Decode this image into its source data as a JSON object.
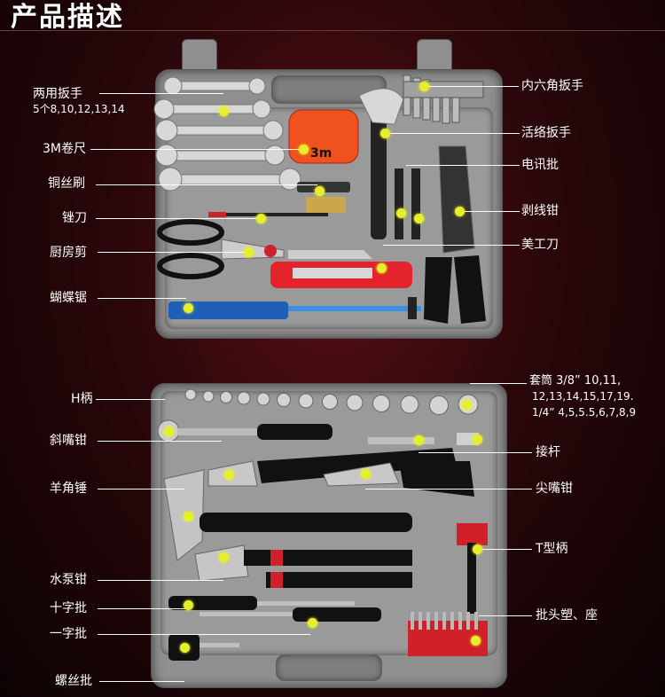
{
  "header": {
    "title": "产品描述"
  },
  "top_case_labels": {
    "double_wrench": "两用扳手",
    "double_wrench_sizes": "5个8,10,12,13,14",
    "tape": "3M卷尺",
    "brush": "铜丝刷",
    "file": "锉刀",
    "scissors": "厨房剪",
    "saw": "蝴蝶锯",
    "hex_key": "内六角扳手",
    "adjustable_wrench": "活络扳手",
    "electric_driver": "电讯批",
    "wire_stripper": "剥线钳",
    "utility_knife": "美工刀"
  },
  "bottom_case_labels": {
    "h_handle": "H柄",
    "diagonal_pliers": "斜嘴钳",
    "claw_hammer": "羊角锤",
    "water_pump_pliers": "水泵钳",
    "phillips_driver": "十字批",
    "flat_driver": "一字批",
    "screwdriver": "螺丝批",
    "socket_line1": "套筒 3/8”  10,11,",
    "socket_line2": "12,13,14,15,17,19.",
    "socket_line3": "1/4”  4,5,5.5,6,7,8,9",
    "extension_bar": "接杆",
    "needle_pliers": "尖嘴钳",
    "t_handle": "T型柄",
    "bit_holder": "批头塑、座"
  },
  "tape_text": "3m",
  "colors": {
    "dot": "#e6ef2e",
    "accent_red": "#e0202a",
    "case_gray": "#8f8f8f"
  }
}
